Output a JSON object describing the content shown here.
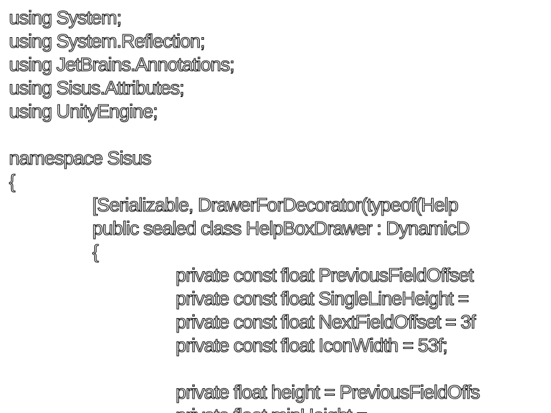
{
  "code": {
    "lines": [
      {
        "indent": 0,
        "text": "using System;"
      },
      {
        "indent": 0,
        "text": "using System.Reflection;"
      },
      {
        "indent": 0,
        "text": "using JetBrains.Annotations;"
      },
      {
        "indent": 0,
        "text": "using Sisus.Attributes;"
      },
      {
        "indent": 0,
        "text": "using UnityEngine;"
      },
      {
        "indent": 0,
        "text": ""
      },
      {
        "indent": 0,
        "text": "namespace Sisus"
      },
      {
        "indent": 0,
        "text": "{"
      },
      {
        "indent": 1,
        "text": "[Serializable, DrawerForDecorator(typeof(Help"
      },
      {
        "indent": 1,
        "text": "public sealed class HelpBoxDrawer : DynamicD"
      },
      {
        "indent": 1,
        "text": "{"
      },
      {
        "indent": 2,
        "text": "private const float PreviousFieldOffset"
      },
      {
        "indent": 2,
        "text": "private const float SingleLineHeight ="
      },
      {
        "indent": 2,
        "text": "private const float NextFieldOffset = 3f"
      },
      {
        "indent": 2,
        "text": "private const float IconWidth = 53f;"
      },
      {
        "indent": 2,
        "text": ""
      },
      {
        "indent": 2,
        "text": "private float height = PreviousFieldOffs"
      },
      {
        "indent": 2,
        "text": "private float minHeight ="
      }
    ]
  }
}
